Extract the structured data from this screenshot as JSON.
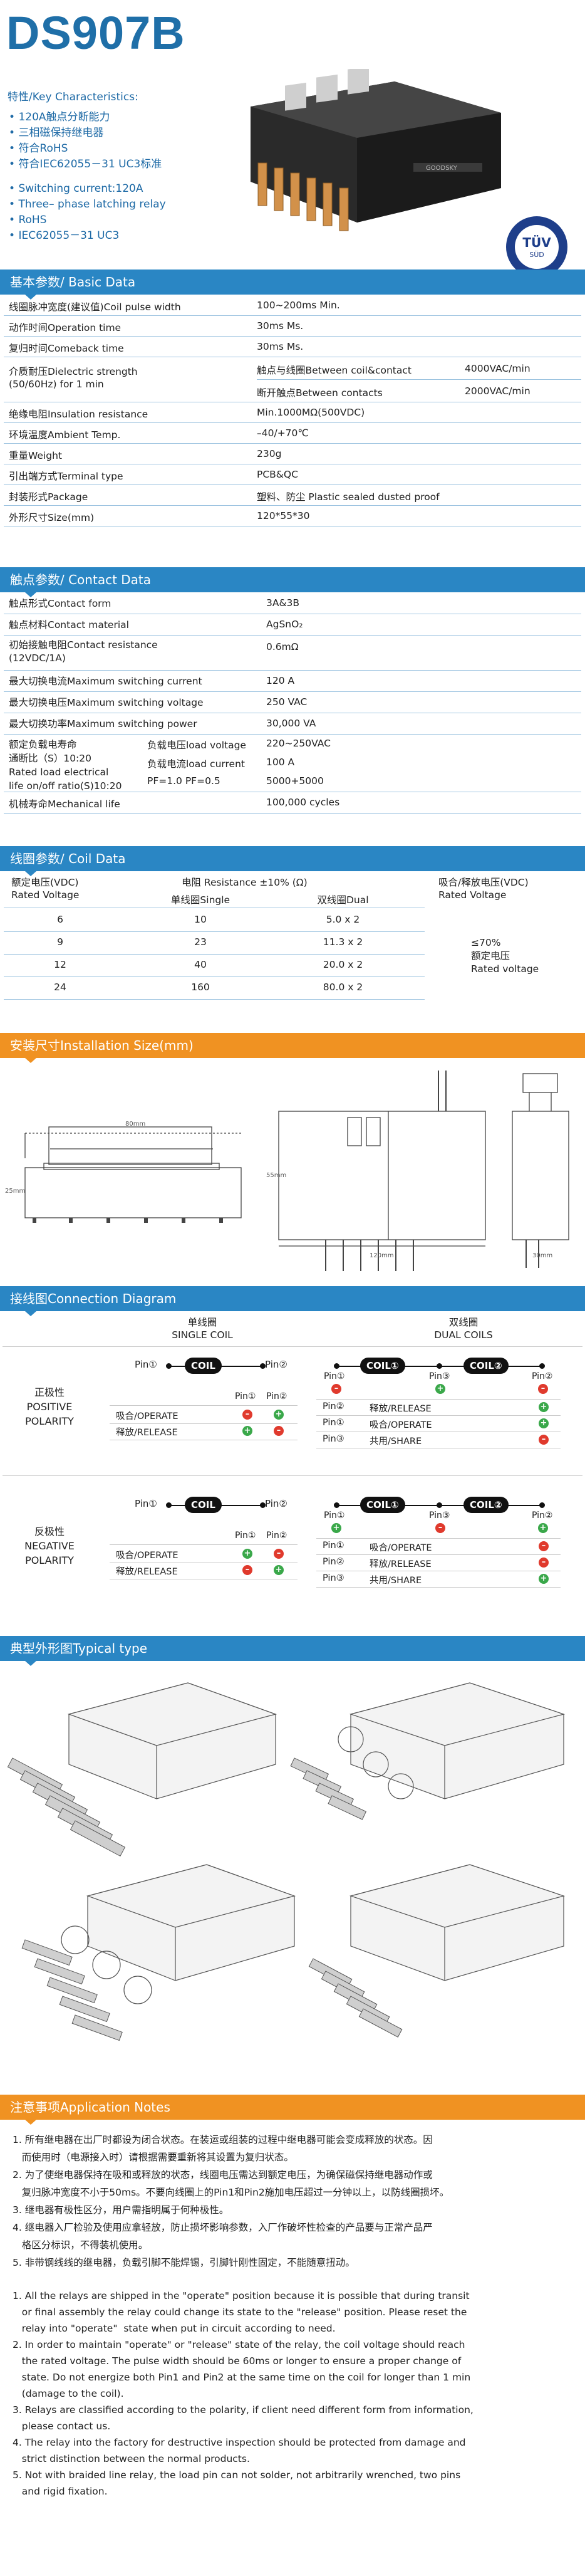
{
  "header": {
    "title": "DS907B",
    "kc_heading": "特性/Key Characteristics:",
    "kc_zh": [
      "120A触点分断能力",
      "三相磁保持继电器",
      "符合RoHS",
      "符合IEC62055－31 UC3标准"
    ],
    "kc_en": [
      "Switching current:120A",
      "Three– phase latching relay",
      "RoHS",
      "IEC62055－31 UC3"
    ],
    "relay_brand": "GOODSKY",
    "tuv_text": "TÜV",
    "tuv_sub": "SÜD"
  },
  "basic": {
    "heading": "基本参数/ Basic Data",
    "rows": [
      {
        "label": "线圈脉冲宽度(建议值)Coil pulse width",
        "value": "100~200ms Min."
      },
      {
        "label": "动作时间Operation time",
        "value": "30ms Ms."
      },
      {
        "label": "复归时间Comeback time",
        "value": "30ms Ms."
      },
      {
        "label": "介质耐压Dielectric strength\n(50/60Hz) for 1 min",
        "sub1": "触点与线圈Between coil&contact",
        "val1": "4000VAC/min",
        "sub2": "断开触点Between contacts",
        "val2": "2000VAC/min"
      },
      {
        "label": "绝缘电阻Insulation resistance",
        "value": "Min.1000MΩ(500VDC)"
      },
      {
        "label": "环境温度Ambient Temp.",
        "value": "–40/+70℃"
      },
      {
        "label": "重量Weight",
        "value": "230g"
      },
      {
        "label": "引出端方式Terminal type",
        "value": "PCB&QC"
      },
      {
        "label": "封装形式Package",
        "value": "塑料、防尘 Plastic sealed dusted proof"
      },
      {
        "label": "外形尺寸Size(mm)",
        "value": "120*55*30"
      }
    ]
  },
  "contact": {
    "heading": "触点参数/ Contact Data",
    "rows": [
      {
        "label": "触点形式Contact form",
        "value": "3A&3B"
      },
      {
        "label": "触点材料Contact material",
        "value": "AgSnO₂"
      },
      {
        "label": "初始接触电阻Contact resistance\n(12VDC/1A)",
        "value": "0.6mΩ"
      },
      {
        "label": "最大切换电流Maximum switching current",
        "value": "120 A"
      },
      {
        "label": "最大切换电压Maximum switching voltage",
        "value": "250 VAC"
      },
      {
        "label": "最大切换功率Maximum switching power",
        "value": "30,000 VA"
      }
    ],
    "life_label": "额定负载电寿命\n通断比（S）10:20\nRated load electrical\nlife on/off ratio(S)10:20",
    "life_rows": [
      {
        "sub": "负载电压load voltage",
        "value": "220~250VAC"
      },
      {
        "sub": "负载电流load current",
        "value": "100 A"
      },
      {
        "sub": "PF=1.0 PF=0.5",
        "value": "5000+5000"
      }
    ],
    "mech_label": "机械寿命Mechanical life",
    "mech_value": "100,000 cycles"
  },
  "coil_data": {
    "heading": "线圈参数/ Coil  Data",
    "col_voltage": "额定电压(VDC)\nRated Voltage",
    "col_resist": "电阻 Resistance ±10% (Ω)",
    "col_single": "单线圈Single",
    "col_dual": "双线圈Dual",
    "col_release": "吸合/释放电压(VDC)\nRated Voltage",
    "rows": [
      {
        "v": "6",
        "single": "10",
        "dual": "5.0 x 2"
      },
      {
        "v": "9",
        "single": "23",
        "dual": "11.3 x 2"
      },
      {
        "v": "12",
        "single": "40",
        "dual": "20.0 x 2"
      },
      {
        "v": "24",
        "single": "160",
        "dual": "80.0 x 2"
      }
    ],
    "release_note": "≤70%\n额定电压\nRated voltage"
  },
  "install": {
    "heading": "安装尺寸Installation Size(mm)",
    "dims": [
      "80mm",
      "25mm",
      "55mm",
      "120mm",
      "30mm"
    ]
  },
  "connection": {
    "heading": "接线图Connection Diagram",
    "single_title": "单线圈\nSINGLE COIL",
    "dual_title": "双线圈\nDUAL COILS",
    "coil_label": "COIL",
    "coil1_label": "COIL①",
    "coil2_label": "COIL②",
    "pin1": "Pin①",
    "pin2": "Pin②",
    "pin3": "Pin③",
    "positive": "正极性\nPOSITIVE\nPOLARITY",
    "negative": "反极性\nNEGATIVE\nPOLARITY",
    "operate": "吸合/OPERATE",
    "release": "释放/RELEASE",
    "share": "共用/SHARE",
    "plus": "+",
    "minus": "–"
  },
  "typical": {
    "heading": "典型外形图Typical type"
  },
  "notes": {
    "heading": "注意事项Application Notes",
    "zh": [
      "1. 所有继电器在出厂时都设为闭合状态。在装运或组装的过程中继电器可能会变成释放的状态。因",
      "   而使用时（电源接入时）请根据需要重新将其设置为复归状态。",
      "2. 为了使继电器保持在吸和或释放的状态，线圈电压需达到额定电压，为确保磁保持继电器动作或",
      "   复归脉冲宽度不小于50ms。不要向线圈上的Pin1和Pin2施加电压超过一分钟以上，以防线圈损坏。",
      "3. 继电器有极性区分，用户需指明属于何种极性。",
      "4. 继电器入厂检验及使用应拿轻放，防止损坏影响参数，入厂作破坏性检查的产品要与正常产品严",
      "   格区分标识，不得装机使用。",
      "5. 非带钢线线的继电器，负载引脚不能焊锡，引脚针刚性固定，不能随意扭动。"
    ],
    "en": [
      "1. All the relays are shipped in the \"operate\" position because it is possible that during transit",
      "   or final assembly the relay could change its state to the \"release\" position. Please reset the",
      "   relay into \"operate\"  state when put in circuit according to need.",
      "2. In order to maintain \"operate\" or \"release\" state of the relay, the coil voltage should reach",
      "   the rated voltage. The pulse width should be 60ms or longer to ensure a proper change of",
      "   state. Do not energize both Pin1 and Pin2 at the same time on the coil for longer than 1 min",
      "   (damage to the coil).",
      "3. Relays are classified according to the polarity, if client need different form from information,",
      "   please contact us.",
      "4. The relay into the factory for destructive inspection should be protected from damage and",
      "   strict distinction between the normal products.",
      "5. Not with braided line relay, the load pin can not solder, not arbitrarily wrenched, two pins",
      "   and rigid fixation."
    ]
  }
}
